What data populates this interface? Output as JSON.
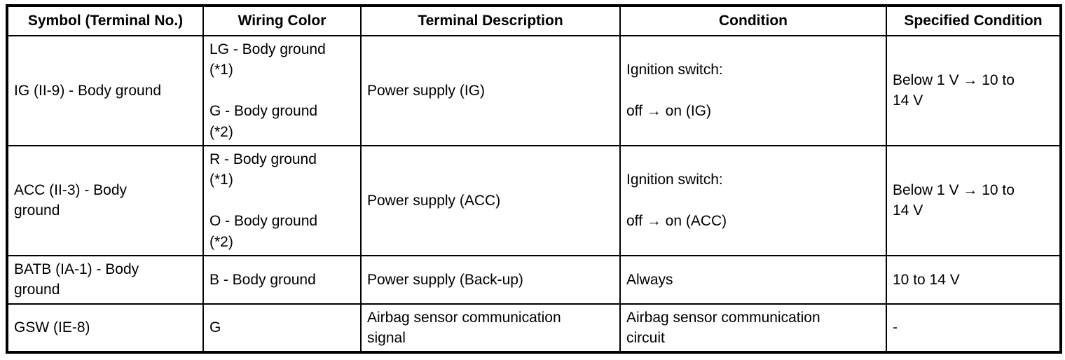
{
  "table": {
    "headers": [
      "Symbol (Terminal No.)",
      "Wiring Color",
      "Terminal Description",
      "Condition",
      "Specified Condition"
    ],
    "rows": [
      {
        "symbol": "IG (II-9) - Body ground",
        "wiring_color": "LG - Body ground (*1)\n\nG - Body ground (*2)",
        "terminal_description": "Power supply (IG)",
        "condition": "Ignition switch:\n\noff → on (IG)",
        "specified_condition": "Below 1 V → 10 to 14 V"
      },
      {
        "symbol": "ACC (II-3) - Body ground",
        "wiring_color": "R - Body ground (*1)\n\nO - Body ground (*2)",
        "terminal_description": "Power supply (ACC)",
        "condition": "Ignition switch:\n\noff → on (ACC)",
        "specified_condition": "Below 1 V → 10 to 14 V"
      },
      {
        "symbol": "BATB (IA-1) - Body ground",
        "wiring_color": "B - Body ground",
        "terminal_description": "Power supply (Back-up)",
        "condition": "Always",
        "specified_condition": "10 to 14 V"
      },
      {
        "symbol": "GSW (IE-8)",
        "wiring_color": "G",
        "terminal_description": "Airbag sensor communication signal",
        "condition": "Airbag sensor communication circuit",
        "specified_condition": "-"
      }
    ]
  }
}
